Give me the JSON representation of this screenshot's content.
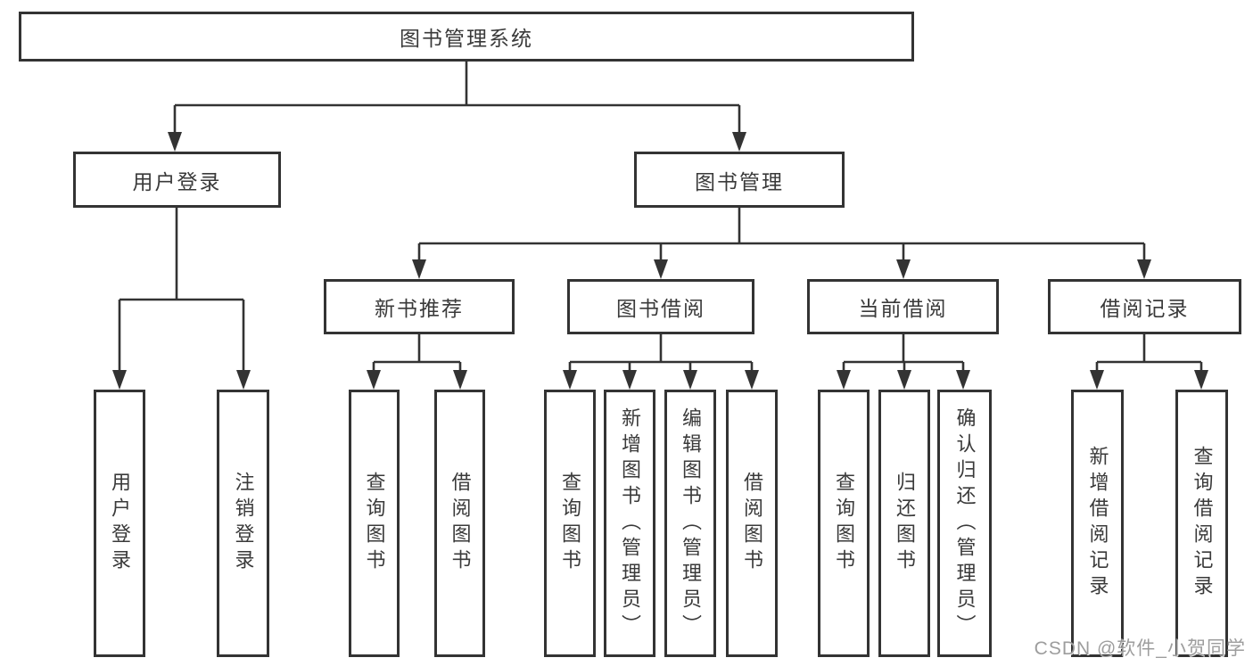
{
  "diagram": {
    "root": "图书管理系统",
    "branches": [
      {
        "label": "用户登录",
        "children": [
          "用户登录",
          "注销登录"
        ]
      },
      {
        "label": "图书管理",
        "children": [
          {
            "label": "新书推荐",
            "children": [
              "查询图书",
              "借阅图书"
            ]
          },
          {
            "label": "图书借阅",
            "children": [
              "查询图书",
              "新增图书（管理员）",
              "编辑图书（管理员）",
              "借阅图书"
            ]
          },
          {
            "label": "当前借阅",
            "children": [
              "查询图书",
              "归还图书",
              "确认归还（管理员）"
            ]
          },
          {
            "label": "借阅记录",
            "children": [
              "新增借阅记录",
              "查询借阅记录"
            ]
          }
        ]
      }
    ]
  },
  "watermark": "CSDN @软件_小贺同学",
  "colors": {
    "line": "#333333",
    "text": "#3a3a3a",
    "watermark": "#989898",
    "background": "#ffffff"
  }
}
